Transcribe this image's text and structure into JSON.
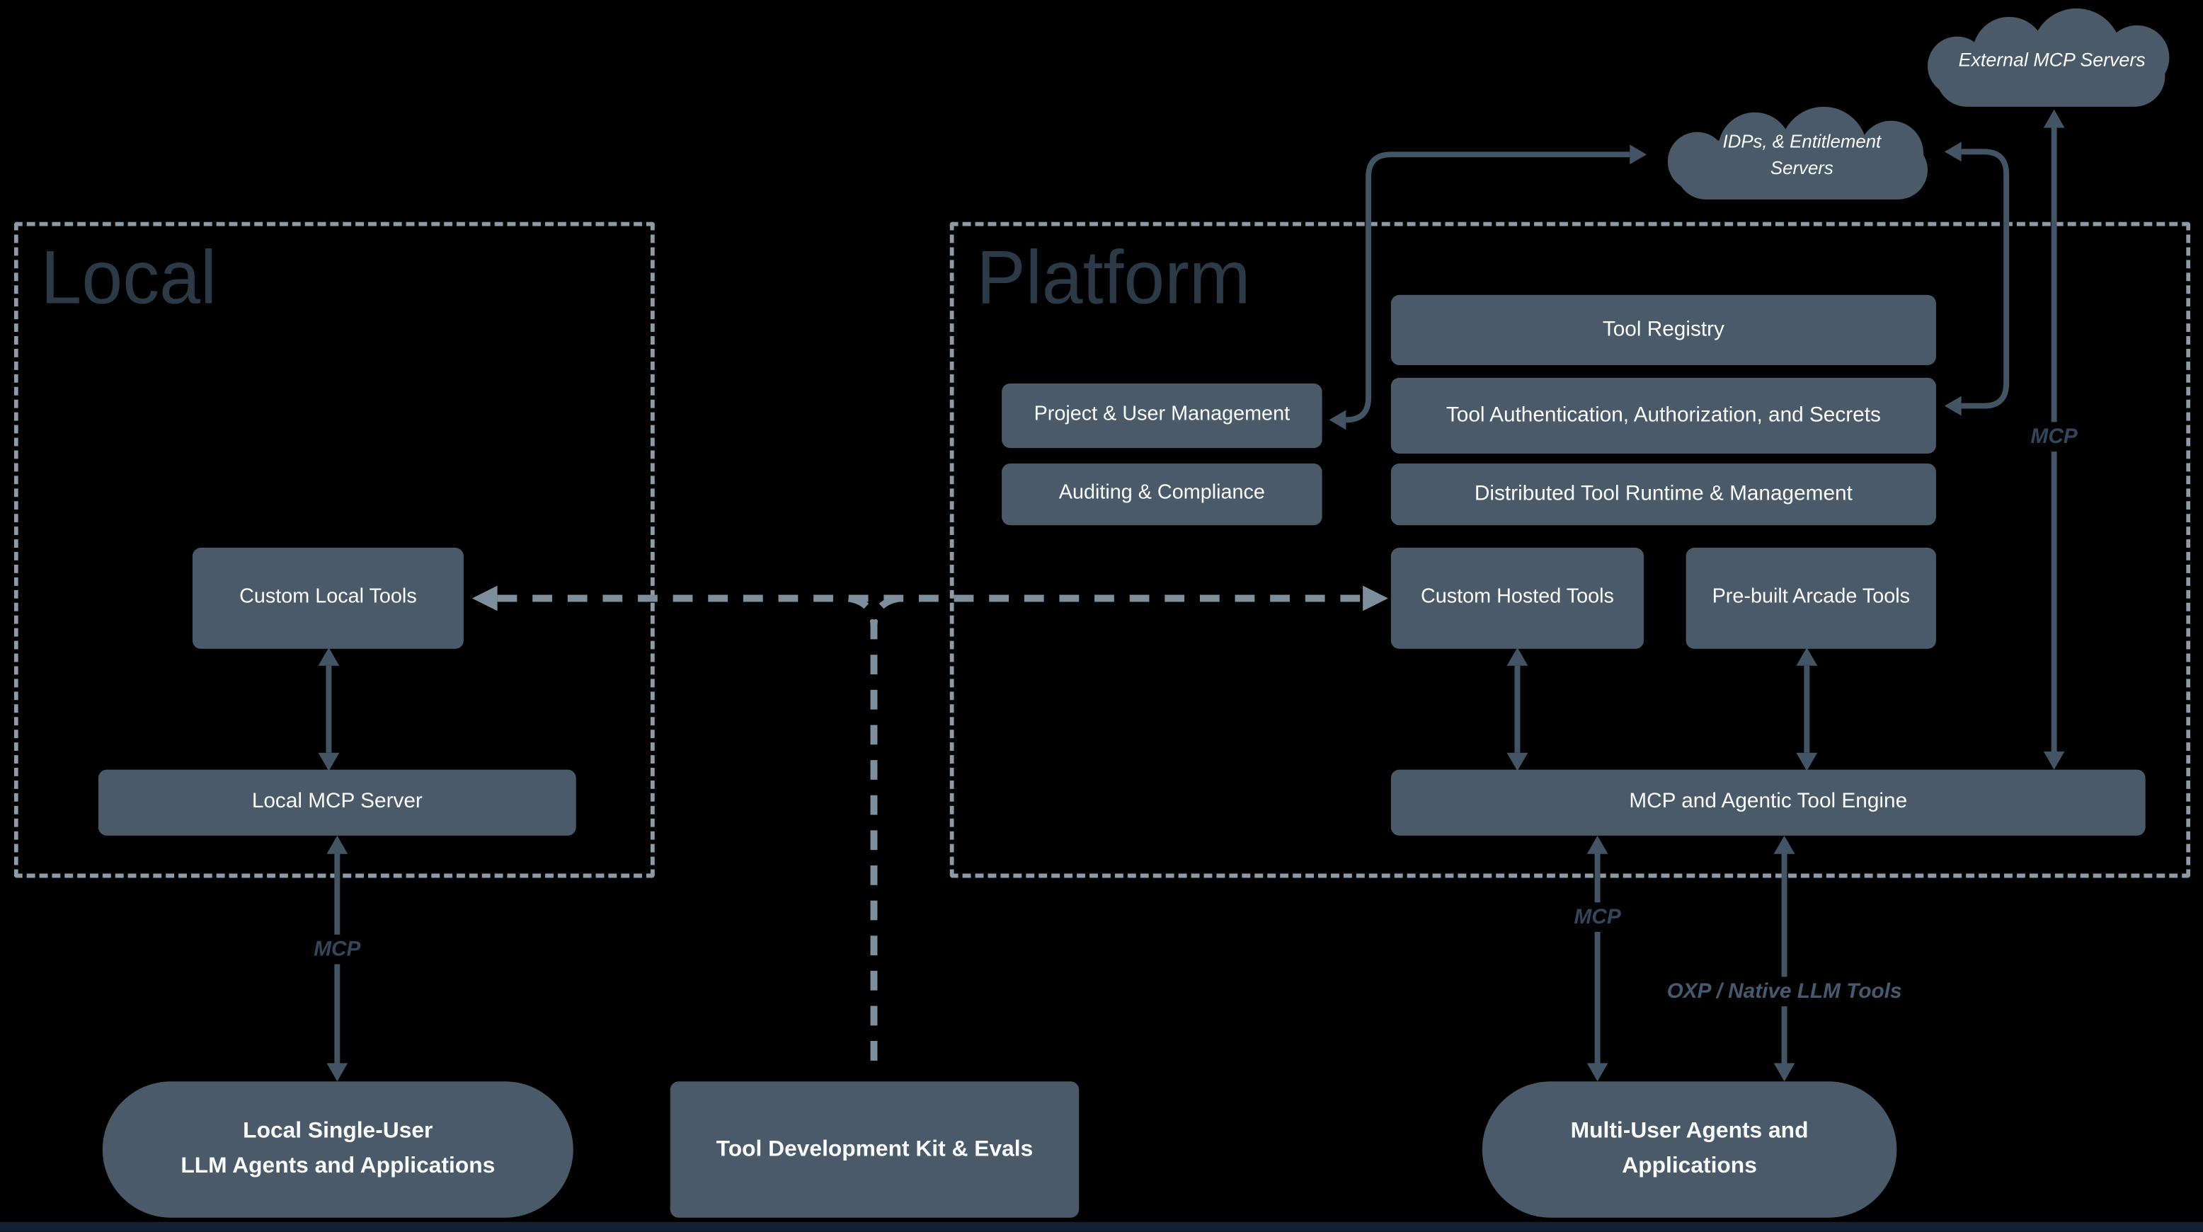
{
  "colors": {
    "background": "#000000",
    "node_fill": "#4a5a69",
    "arrow": "#435465",
    "region_border": "#8e9aa7",
    "dashed_connector": "#7d8e9d",
    "heading_text": "#2c3a48",
    "node_text": "#fafbfc",
    "edge_label_dark": "#33465a",
    "edge_label_light": "#46596e",
    "bottom_bar": "#13202f"
  },
  "regions": {
    "local": {
      "title": "Local"
    },
    "platform": {
      "title": "Platform"
    }
  },
  "clouds": {
    "external_mcp": {
      "label": "External MCP Servers"
    },
    "idp_entitlement": {
      "line1": "IDPs, & Entitlement",
      "line2": "Servers"
    }
  },
  "platform_boxes": {
    "tool_registry": "Tool Registry",
    "project_user_mgmt": "Project & User Management",
    "tool_auth": "Tool Authentication, Authorization, and Secrets",
    "auditing": "Auditing & Compliance",
    "distributed_runtime": "Distributed Tool Runtime & Management",
    "custom_hosted": "Custom Hosted Tools",
    "prebuilt_arcade": "Pre-built Arcade Tools",
    "engine": "MCP and Agentic Tool Engine"
  },
  "local_boxes": {
    "custom_local": "Custom Local Tools",
    "local_mcp_server": "Local MCP Server"
  },
  "bottom_nodes": {
    "local_single_user": {
      "line1": "Local Single-User",
      "line2": "LLM Agents and Applications"
    },
    "tdk": "Tool Development Kit & Evals",
    "multi_user": {
      "line1": "Multi-User Agents and",
      "line2": "Applications"
    }
  },
  "edge_labels": {
    "mcp_local": "MCP",
    "mcp_external": "MCP",
    "mcp_multi": "MCP",
    "oxp": "OXP / Native LLM Tools"
  }
}
